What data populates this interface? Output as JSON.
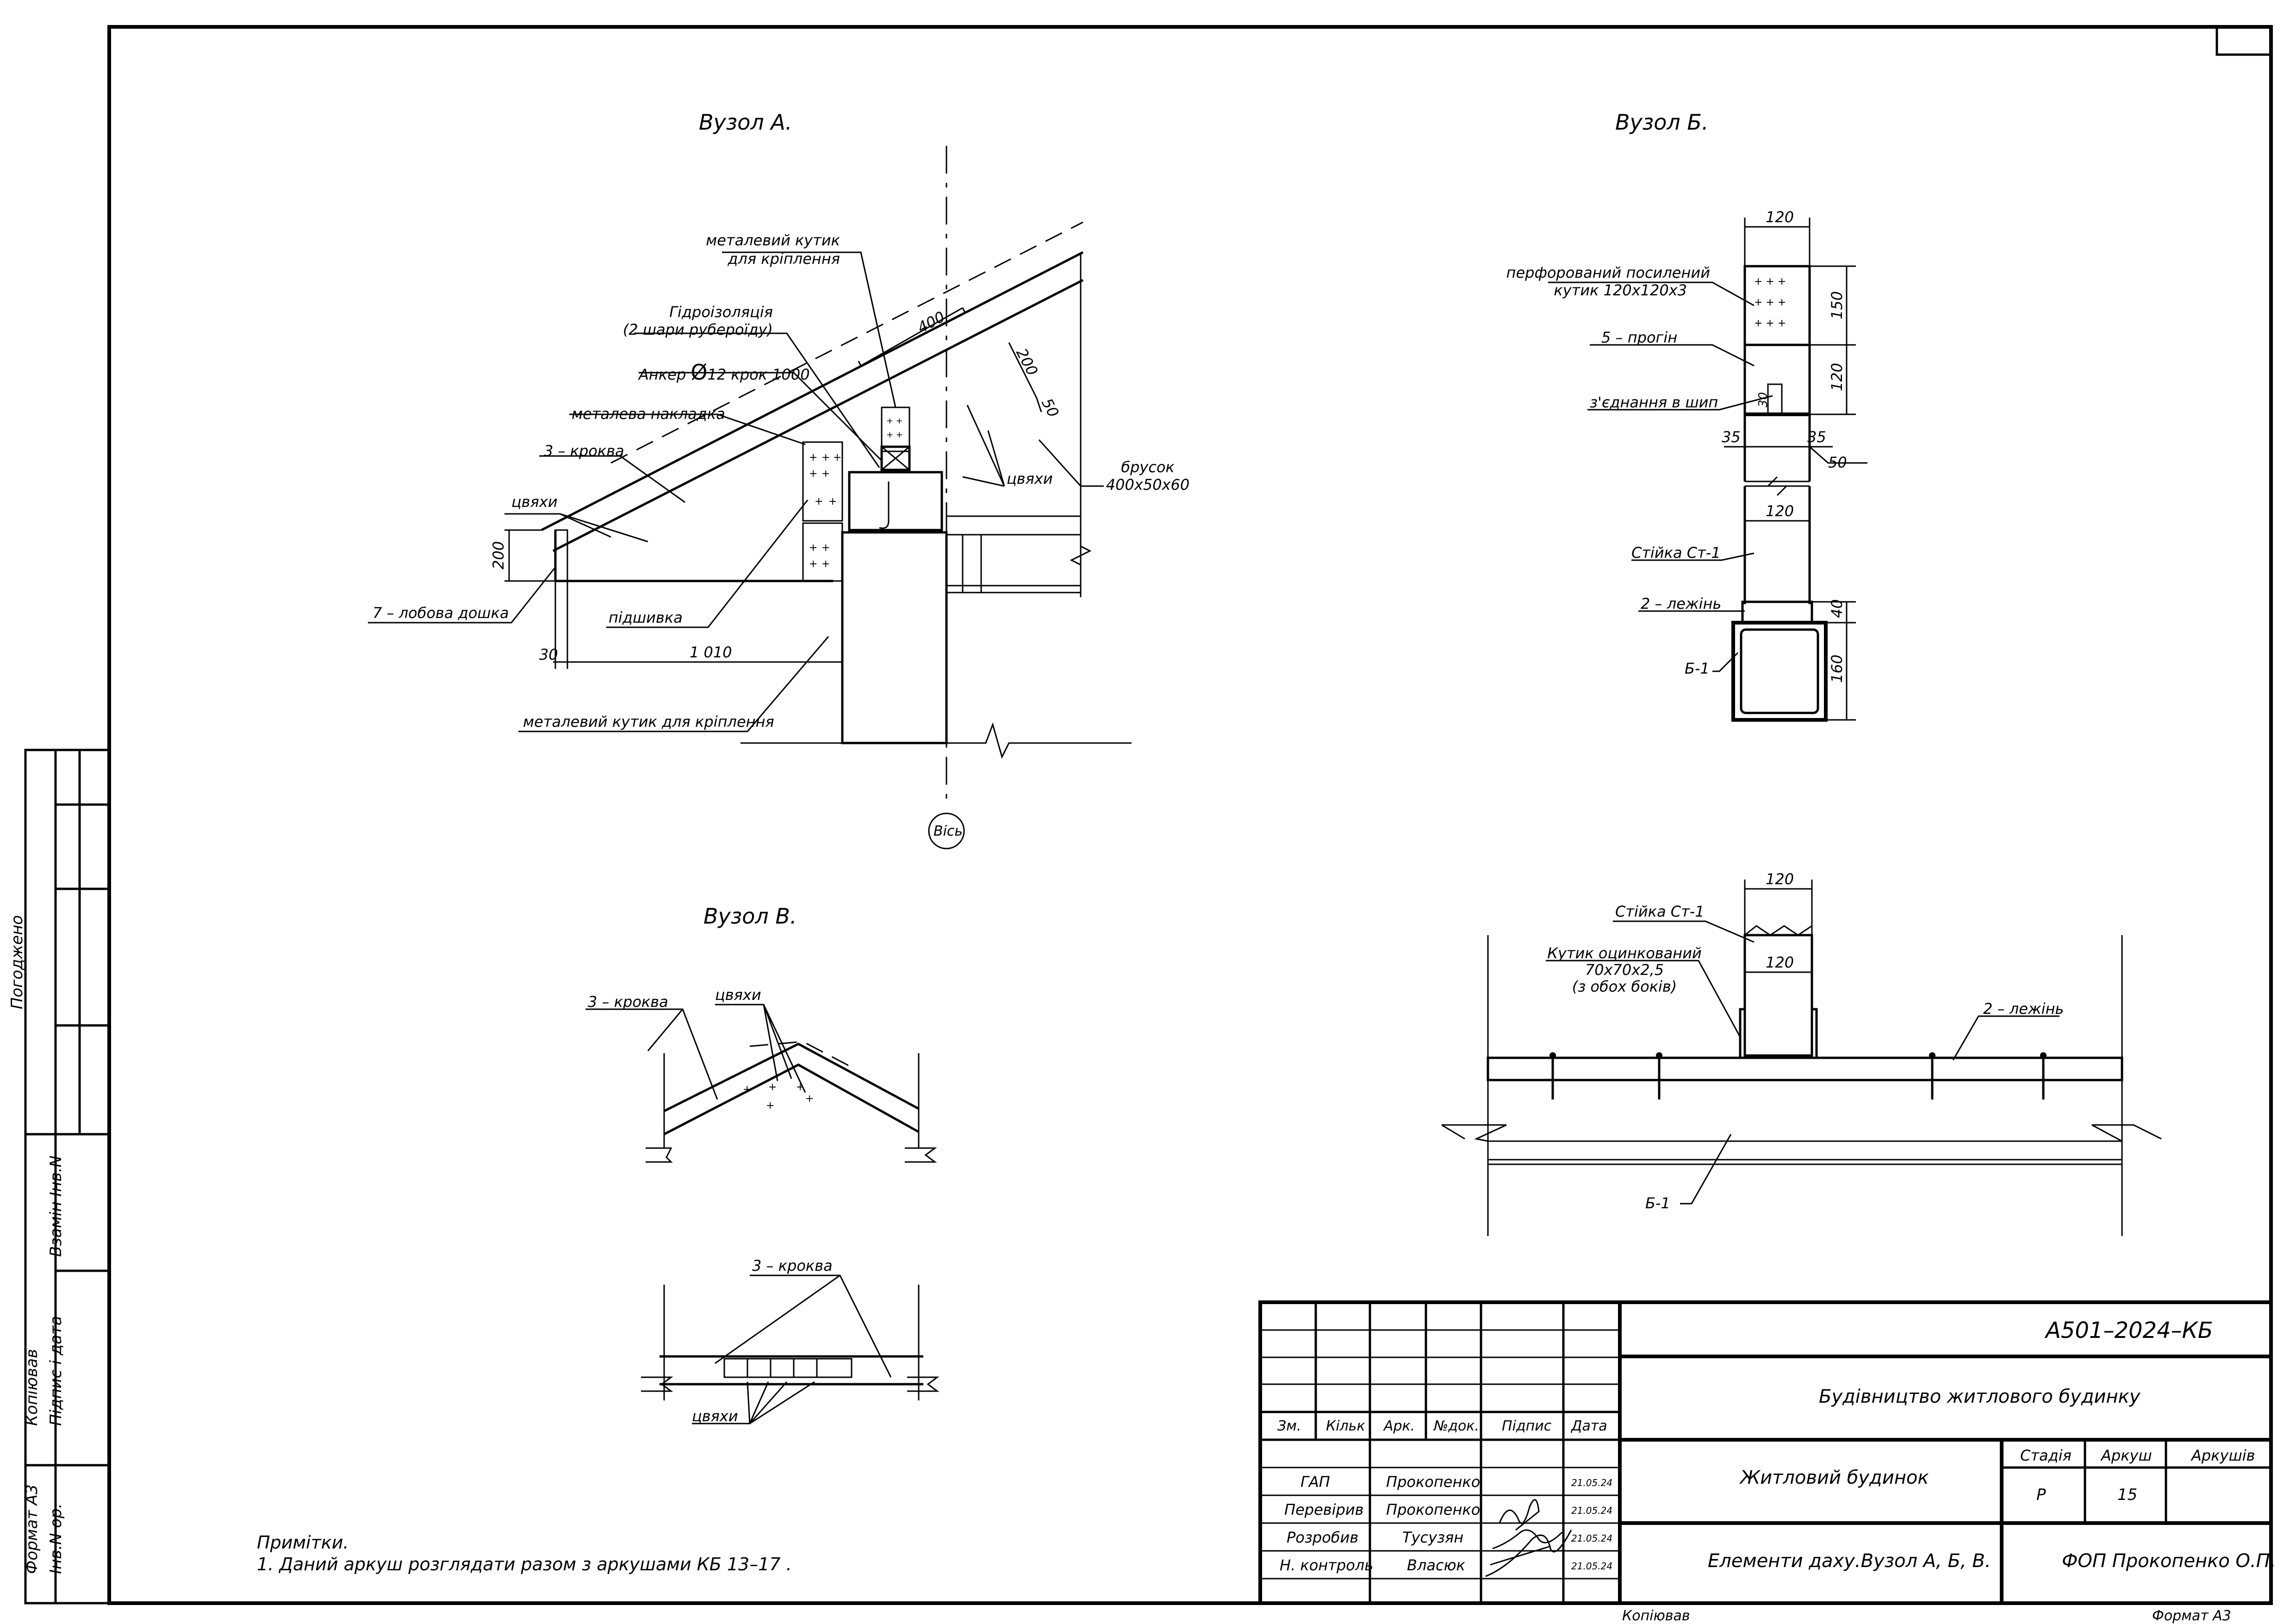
{
  "drawing": {
    "views": {
      "a": {
        "title": "Вузол А.",
        "axis": "Вісь",
        "labels": {
          "corner": "металевий кутик\nдля кріплення",
          "waterproof": "Гідроізоляція\n(2 шари руберoїду)",
          "anchor_prefix": "Анкер ",
          "anchor_diam": "Ø",
          "anchor_rest": "12 крок 1000",
          "plate": "металева накладка",
          "rafter": "3 – кроква",
          "nails_left": "цвяхи",
          "nails_right": "цвяхи",
          "fascia": "7 – лобова дошка",
          "soffit": "підшивка",
          "bar": "брусок\n400x50x60",
          "corner_bottom": "металевий кутик для кріплення"
        },
        "dims": {
          "d400": "400",
          "d200": "200",
          "d50": "50",
          "d200v": "200",
          "d30": "30",
          "d1010": "1 010"
        }
      },
      "b": {
        "title": "Вузол Б.",
        "labels": {
          "perforated": "перфорований посилений\nкутик 120x120x3",
          "purlin": "5 – прогін",
          "tenon": "з'єднання в шип",
          "column": "Стійка Ст-1",
          "sill": "2 – лежінь",
          "beam": "Б-1"
        },
        "dims": {
          "d120_top": "120",
          "d150": "150",
          "d120_v": "120",
          "d30": "30",
          "d35l": "35",
          "d35r": "35",
          "d50": "50",
          "d120_mid": "120",
          "d40": "40",
          "d160": "160"
        }
      },
      "b2": {
        "labels": {
          "column": "Стійка Ст-1",
          "angle": "Кутик оцинкований\n70x70x2,5\n(з обох боків)",
          "sill": "2 – лежінь",
          "beam": "Б-1"
        },
        "dims": {
          "d120_top": "120",
          "d120_in": "120"
        }
      },
      "v": {
        "title": "Вузол В.",
        "labels": {
          "rafter_top": "3 – кроква",
          "nails_top": "цвяхи",
          "rafter_bottom": "3 – кроква",
          "nails_bottom": "цвяхи"
        }
      }
    },
    "notes": {
      "title": "Примітки.",
      "item1": "1. Даний аркуш розглядати разом з аркушами КБ 13–17 ."
    }
  },
  "title_block": {
    "code": "A501–2024–КБ",
    "project": "Будівництво житлового будинку",
    "building": "Житловий будинок",
    "sheet_title": "Елементи даху.Вузол А, Б, В.",
    "company": "ФОП Прокопенко О.П.",
    "headers": {
      "izm": "Зм.",
      "kilk": "Кільк",
      "ark": "Арк.",
      "ndoc": "№док.",
      "pidpys": "Підпис",
      "data": "Дата"
    },
    "stage_headers": {
      "stage": "Стадія",
      "sheet": "Аркуш",
      "sheets": "Аркушів"
    },
    "stage_values": {
      "stage": "Р",
      "sheet": "15",
      "sheets": ""
    },
    "rows": [
      {
        "role": "ГАП",
        "name": "Прокопенко",
        "date": "21.05.24"
      },
      {
        "role": "Перевірив",
        "name": "Прокопенко",
        "date": "21.05.24"
      },
      {
        "role": "Розробив",
        "name": "Тусузян",
        "date": "21.05.24"
      },
      {
        "role": "Н. контроль",
        "name": "Власюк",
        "date": "21.05.24"
      }
    ],
    "copied": "Копіював",
    "format": "Формат А3"
  },
  "side_stamp": {
    "agreed": "Погоджено",
    "replace": "Взамін Інв.N",
    "sign_date": "Підпис і дата",
    "inv": "Інв.N ор.",
    "copied": "Копіював",
    "format": "Формат А3"
  }
}
